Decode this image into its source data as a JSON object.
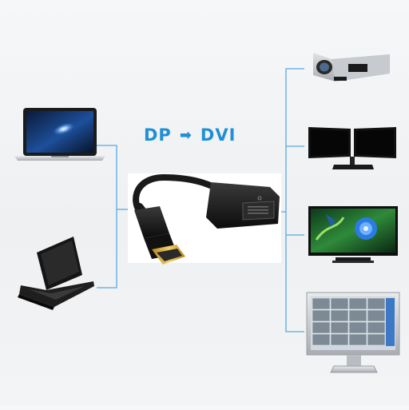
{
  "header": {
    "source_label": "DP",
    "target_label": "DVI",
    "arrow_glyph": "➡"
  },
  "colors": {
    "accent": "#1f8fd6",
    "connector_line": "#5aa9e0",
    "cable": "#1a1a1a",
    "gold": "#d9a935"
  },
  "sources": [
    {
      "name": "laptop",
      "icon": "laptop-icon"
    },
    {
      "name": "gaming-laptop",
      "icon": "open-laptop-icon"
    }
  ],
  "adapter": {
    "icon": "dp-to-dvi-adapter-icon"
  },
  "displays": [
    {
      "name": "projector",
      "icon": "projector-icon"
    },
    {
      "name": "dual-monitor",
      "icon": "dual-monitor-icon"
    },
    {
      "name": "tv",
      "icon": "tv-icon"
    },
    {
      "name": "cctv-monitor",
      "icon": "cctv-monitor-icon"
    }
  ]
}
